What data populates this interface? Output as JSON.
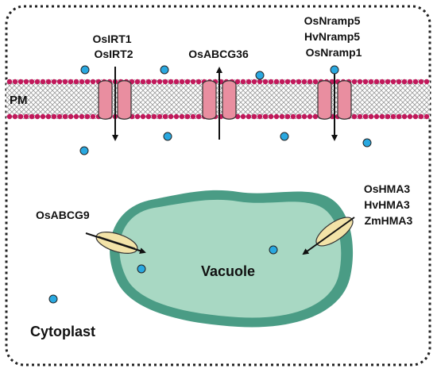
{
  "membrane": {
    "label": "PM"
  },
  "transporters": {
    "osirt": {
      "lines": [
        "OsIRT1",
        "OsIRT2"
      ]
    },
    "osabcg36": {
      "lines": [
        "OsABCG36"
      ]
    },
    "osnramp": {
      "lines": [
        "OsNramp5",
        "HvNramp5",
        "OsNramp1"
      ]
    },
    "osabcg9": {
      "lines": [
        "OsABCG9"
      ]
    },
    "hma3": {
      "lines": [
        "OsHMA3",
        "HvHMA3",
        "ZmHMA3"
      ]
    }
  },
  "compartments": {
    "vacuole": "Vacuole",
    "cytoplast": "Cytoplast"
  },
  "colors": {
    "membrane_head": "#c2185b",
    "transporter_fill": "#e98ea0",
    "vacuole_fill": "#a8d8c3",
    "vacuole_rim": "#4a9c85",
    "tonoplast_transporter": "#f3e3a8",
    "ion": "#29a8e0",
    "border": "#222222"
  },
  "icons": [
    "cadmium-ion-icon",
    "flux-arrow-icon"
  ]
}
